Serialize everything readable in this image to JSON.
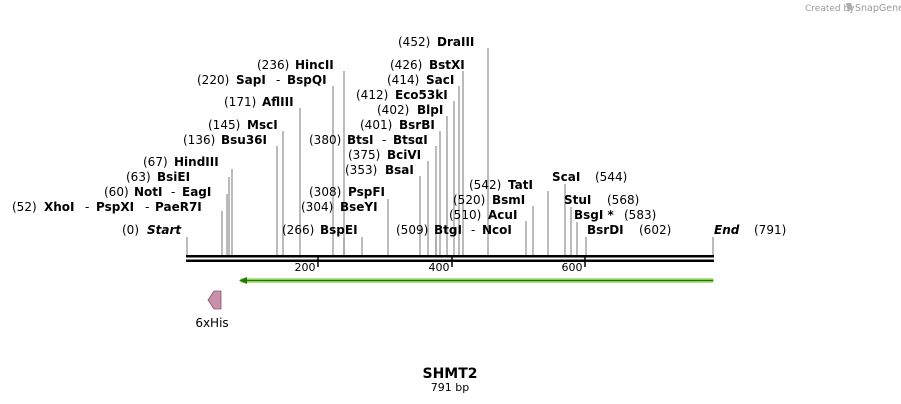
{
  "credit": {
    "prefix": "Created by",
    "brand": "SnapGene"
  },
  "sequence": {
    "name": "SHMT2",
    "length_label": "791 bp",
    "length": 791
  },
  "ends": {
    "start": {
      "pos": "(0)",
      "name": "Start"
    },
    "end": {
      "name": "End",
      "pos": "(791)"
    }
  },
  "ruler": [
    {
      "label": "200",
      "value": 200
    },
    {
      "label": "400",
      "value": 400
    },
    {
      "label": "600",
      "value": 600
    }
  ],
  "sites": [
    {
      "id": "xhoi",
      "pos": "(52)",
      "names": [
        "XhoI",
        "PspXI",
        "PaeR7I"
      ],
      "at": 52
    },
    {
      "id": "noti",
      "pos": "(60)",
      "names": [
        "NotI",
        "EagI"
      ],
      "at": 60
    },
    {
      "id": "bsiei",
      "pos": "(63)",
      "names": [
        "BsiEI"
      ],
      "at": 63
    },
    {
      "id": "hindiii",
      "pos": "(67)",
      "names": [
        "HindIII"
      ],
      "at": 67
    },
    {
      "id": "bsu36i",
      "pos": "(136)",
      "names": [
        "Bsu36I"
      ],
      "at": 136
    },
    {
      "id": "msci",
      "pos": "(145)",
      "names": [
        "MscI"
      ],
      "at": 145
    },
    {
      "id": "afliii",
      "pos": "(171)",
      "names": [
        "AflIII"
      ],
      "at": 171
    },
    {
      "id": "sapi",
      "pos": "(220)",
      "names": [
        "SapI",
        "BspQI"
      ],
      "at": 220
    },
    {
      "id": "hincii",
      "pos": "(236)",
      "names": [
        "HincII"
      ],
      "at": 236
    },
    {
      "id": "bspei",
      "pos": "(266)",
      "names": [
        "BspEI"
      ],
      "at": 266
    },
    {
      "id": "bseyi",
      "pos": "(304)",
      "names": [
        "BseYI"
      ],
      "at": 304
    },
    {
      "id": "pspfi",
      "pos": "(308)",
      "names": [
        "PspFI"
      ],
      "at": 308
    },
    {
      "id": "bsai",
      "pos": "(353)",
      "names": [
        "BsaI"
      ],
      "at": 353
    },
    {
      "id": "bcivi",
      "pos": "(375)",
      "names": [
        "BciVI"
      ],
      "at": 375
    },
    {
      "id": "btsi",
      "pos": "(380)",
      "names": [
        "BtsI",
        "BtsαI"
      ],
      "at": 380
    },
    {
      "id": "bsrbi",
      "pos": "(401)",
      "names": [
        "BsrBI"
      ],
      "at": 401
    },
    {
      "id": "blpi",
      "pos": "(402)",
      "names": [
        "BlpI"
      ],
      "at": 402
    },
    {
      "id": "eco53ki",
      "pos": "(412)",
      "names": [
        "Eco53kI"
      ],
      "at": 412
    },
    {
      "id": "saci",
      "pos": "(414)",
      "names": [
        "SacI"
      ],
      "at": 414
    },
    {
      "id": "bstxi",
      "pos": "(426)",
      "names": [
        "BstXI"
      ],
      "at": 426
    },
    {
      "id": "draiii",
      "pos": "(452)",
      "names": [
        "DraIII"
      ],
      "at": 452
    },
    {
      "id": "btgi",
      "pos": "(509)",
      "names": [
        "BtgI",
        "NcoI"
      ],
      "at": 509
    },
    {
      "id": "acui",
      "pos": "(510)",
      "names": [
        "AcuI"
      ],
      "at": 510
    },
    {
      "id": "bsmi",
      "pos": "(520)",
      "names": [
        "BsmI"
      ],
      "at": 520
    },
    {
      "id": "tati",
      "pos": "(542)",
      "names": [
        "TatI"
      ],
      "at": 542
    },
    {
      "id": "scai",
      "pos": "(544)",
      "names": [
        "ScaI"
      ],
      "at": 544
    },
    {
      "id": "stui",
      "pos": "(568)",
      "names": [
        "StuI"
      ],
      "at": 568
    },
    {
      "id": "bsgi",
      "pos": "(583)",
      "names": [
        "BsgI *"
      ],
      "at": 583
    },
    {
      "id": "bsrdi",
      "pos": "(602)",
      "names": [
        "BsrDI"
      ],
      "at": 602
    }
  ],
  "features": [
    {
      "name": "6xHis",
      "color": "#c890a8"
    }
  ],
  "colors": {
    "orf": "#99dd66",
    "orf_arrow": "#227700",
    "feature": "#c890a8"
  }
}
